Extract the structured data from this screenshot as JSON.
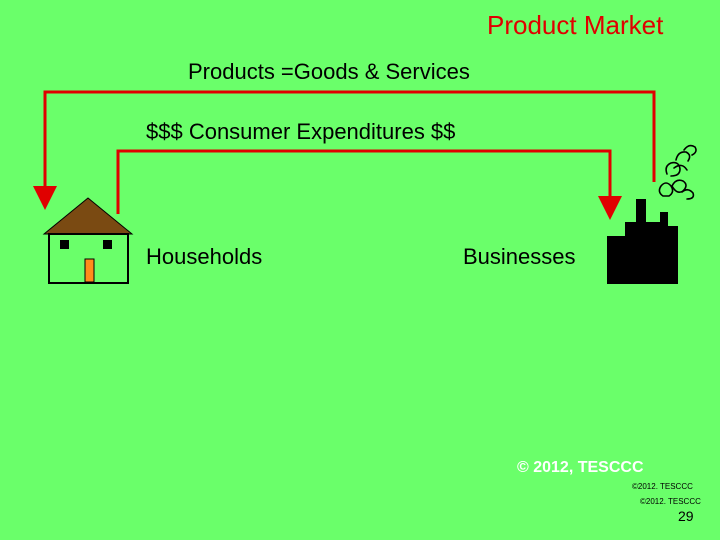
{
  "slide": {
    "title": "Product Market",
    "products_label": "Products =Goods & Services",
    "expenditures_label": "$$$ Consumer Expenditures   $$",
    "households_label": "Households",
    "businesses_label": "Businesses"
  },
  "footer": {
    "copyright_main": "© 2012, TESCCC",
    "copyright_small_1": "©2012. TESCCC",
    "copyright_small_2": "©2012. TESCCC",
    "page_number": "29"
  },
  "colors": {
    "background": "#6aff6a",
    "title": "#e00000",
    "arrow": "#e00000",
    "roof": "#7a4a12",
    "door": "#ff8c1a",
    "factory": "#000000"
  },
  "icons": [
    "house-icon",
    "factory-icon",
    "smoke-icon",
    "arrow-head-icon"
  ]
}
